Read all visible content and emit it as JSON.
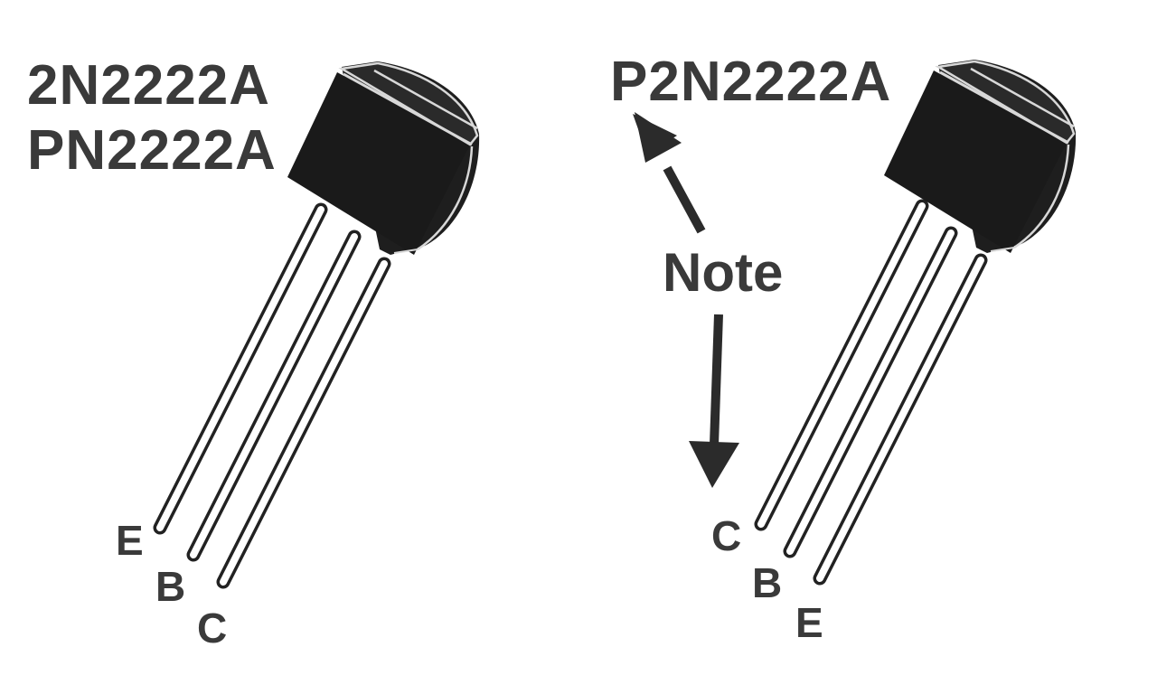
{
  "left_device": {
    "part_numbers": [
      "2N2222A",
      "PN2222A"
    ],
    "pins": [
      "E",
      "B",
      "C"
    ]
  },
  "right_device": {
    "part_numbers": [
      "P2N2222A"
    ],
    "pins": [
      "C",
      "B",
      "E"
    ]
  },
  "annotation": {
    "note_label": "Note"
  },
  "colors": {
    "body": "#1e1e1e",
    "body_highlight": "#d8d8d8",
    "lead_outline": "#222222",
    "lead_fill": "#ffffff",
    "text": "#3a3a3a",
    "arrow": "#2b2b2b",
    "background": "#ffffff"
  }
}
